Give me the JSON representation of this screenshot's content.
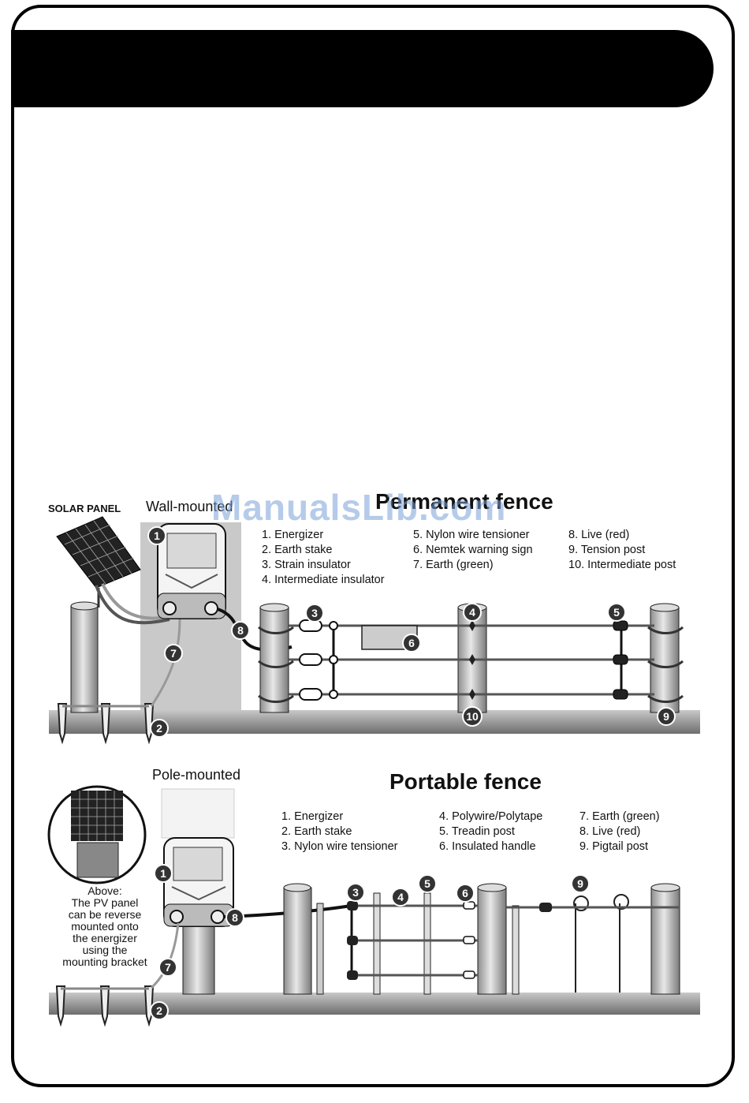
{
  "permanent": {
    "solar_label": "SOLAR PANEL",
    "mount_label": "Wall-mounted",
    "title": "Permanent fence",
    "legend": {
      "col1": [
        "1. Energizer",
        "2. Earth stake",
        "3. Strain insulator",
        "4. Intermediate insulator"
      ],
      "col2": [
        "5. Nylon wire tensioner",
        "6. Nemtek warning sign",
        "7. Earth (green)"
      ],
      "col3": [
        "8. Live (red)",
        "9. Tension post",
        "10. Intermediate post"
      ]
    },
    "callouts": [
      "1",
      "2",
      "3",
      "4",
      "5",
      "6",
      "7",
      "8",
      "9",
      "10"
    ]
  },
  "portable": {
    "mount_label": "Pole-mounted",
    "title": "Portable fence",
    "caption": [
      "Above:",
      "The PV panel",
      "can be reverse",
      "mounted onto",
      "the energizer",
      "using the",
      "mounting bracket"
    ],
    "legend": {
      "col1": [
        "1. Energizer",
        "2. Earth stake",
        "3. Nylon wire tensioner"
      ],
      "col2": [
        "4. Polywire/Polytape",
        "5. Treadin post",
        "6. Insulated handle"
      ],
      "col3": [
        "7. Earth (green)",
        "8. Live (red)",
        "9. Pigtail post"
      ]
    },
    "callouts": [
      "1",
      "2",
      "3",
      "4",
      "5",
      "6",
      "7",
      "8",
      "9"
    ]
  },
  "watermark": "ManualsLib.com",
  "colors": {
    "ink": "#111111",
    "shade": "#cfcfcf",
    "ground": "#9a9a9a"
  }
}
